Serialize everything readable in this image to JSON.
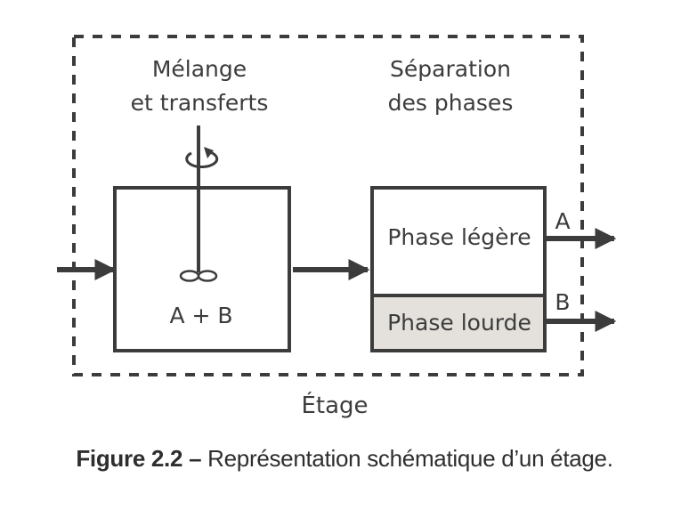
{
  "figure": {
    "caption_label": "Figure 2.2 –",
    "caption_text": "Représentation schématique d’un étage."
  },
  "diagram": {
    "stage_label": "Étage",
    "mixing_title_line1": "Mélange",
    "mixing_title_line2": "et transferts",
    "separation_title_line1": "Séparation",
    "separation_title_line2": "des phases",
    "mixer_content": "A + B",
    "light_phase": "Phase légère",
    "heavy_phase": "Phase lourde",
    "output_a": "A",
    "output_b": "B",
    "icons": {
      "rotation": "rotation-arrow-icon",
      "propeller": "propeller-icon"
    },
    "colors": {
      "stroke": "#3c3c3c",
      "heavy_phase_fill": "#e4e1dc",
      "background": "#ffffff"
    }
  }
}
